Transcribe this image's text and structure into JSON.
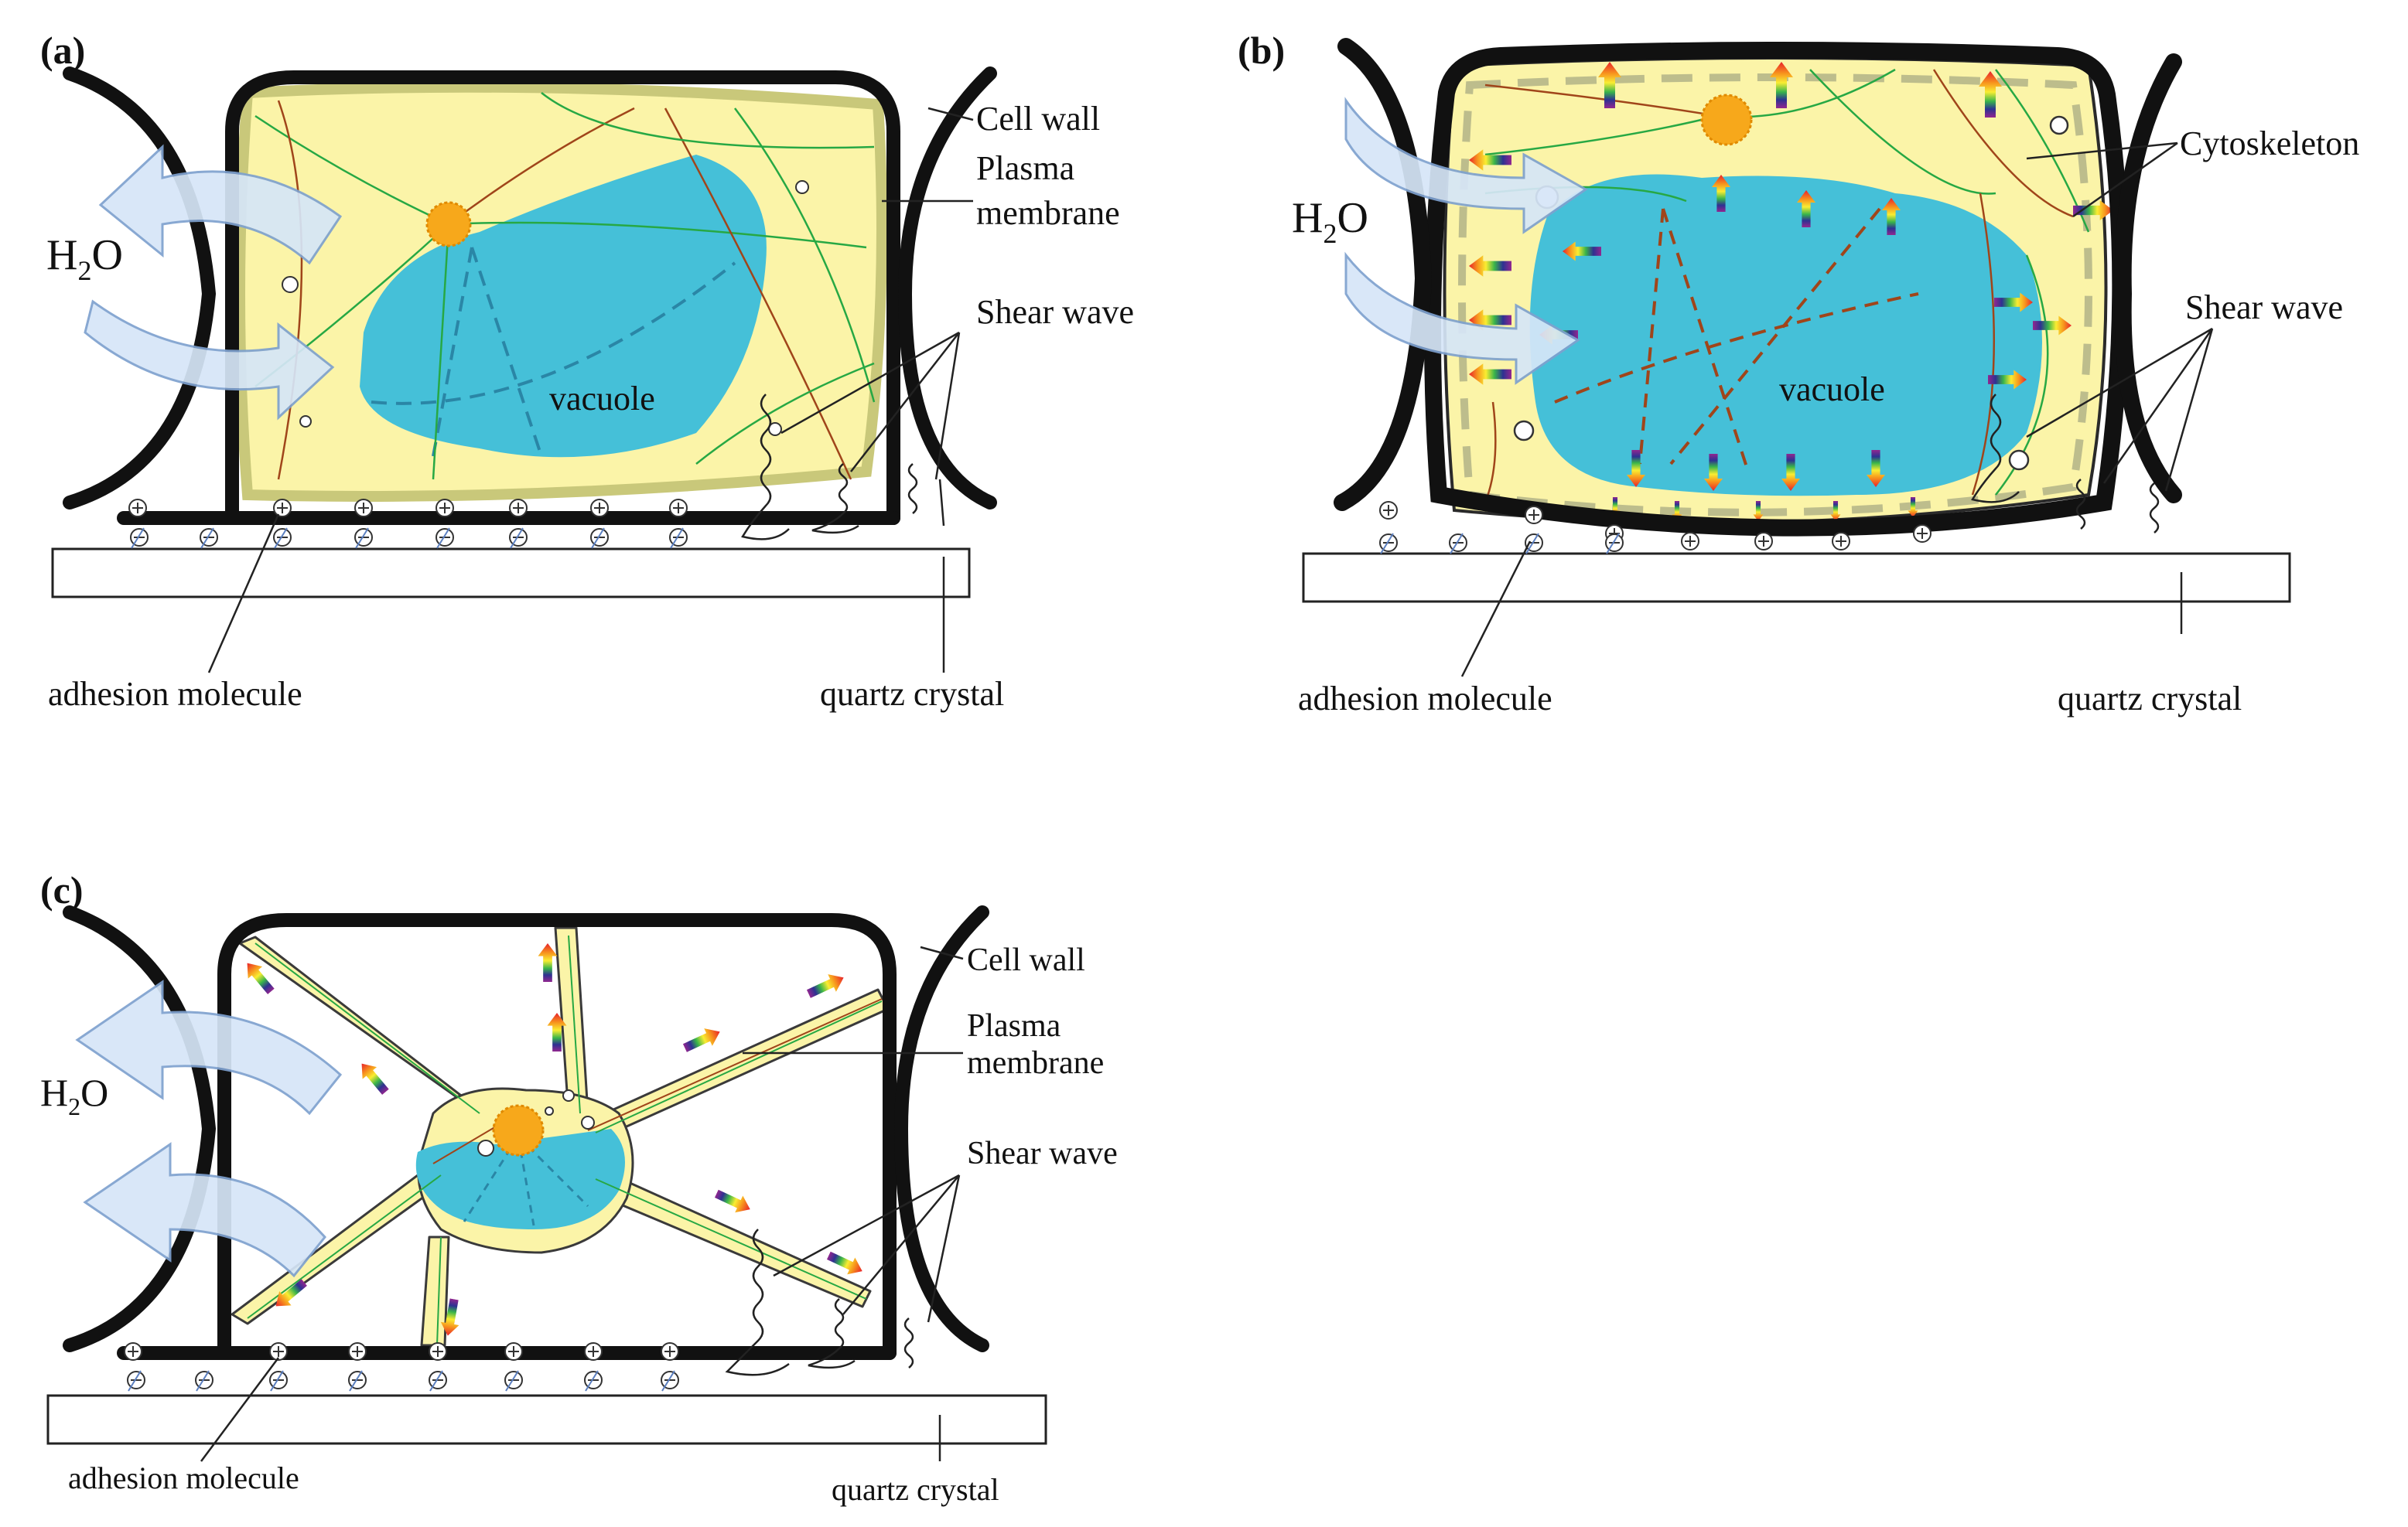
{
  "panels": [
    {
      "id": "a",
      "label": "(a)",
      "water": "H",
      "water_sub": "2",
      "water_tail": "O",
      "labels": [
        "Cell wall",
        "Plasma",
        "membrane",
        "Shear wave",
        "vacuole",
        "adhesion molecule",
        "quartz crystal"
      ]
    },
    {
      "id": "b",
      "label": "(b)",
      "water": "H",
      "water_sub": "2",
      "water_tail": "O",
      "labels": [
        "Cytoskeleton",
        "Shear wave",
        "vacuole",
        "adhesion molecule",
        "quartz crystal"
      ]
    },
    {
      "id": "c",
      "label": "(c)",
      "water": "H",
      "water_sub": "2",
      "water_tail": "O",
      "labels": [
        "Cell wall",
        "Plasma",
        "membrane",
        "Shear wave",
        "adhesion molecule",
        "quartz crystal"
      ]
    }
  ],
  "colors": {
    "cytoplasm": "#fbf4a8",
    "vacuole": "#45c0d8",
    "nucleus": "#f7a81b",
    "wall": "#111111",
    "water_arrow": "#d6e6f8",
    "filament_green": "#27a844",
    "filament_brown": "#a0451a"
  }
}
